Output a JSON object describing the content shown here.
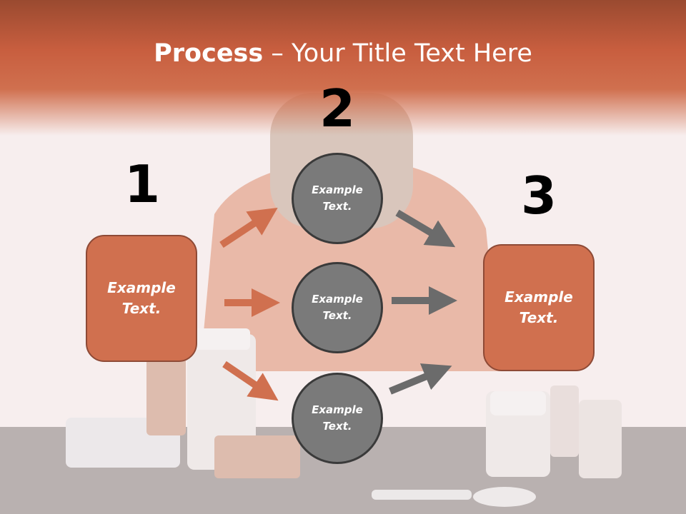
{
  "title": {
    "bold": "Process",
    "rest": " – Your Title Text Here"
  },
  "steps": [
    {
      "number": "1",
      "text": "Example\nText."
    },
    {
      "number": "2",
      "text": "Example\nText."
    },
    {
      "number": "3",
      "text": "Example\nText."
    }
  ],
  "circles": [
    {
      "text": "Example\nText."
    },
    {
      "text": "Example\nText."
    },
    {
      "text": "Example\nText."
    }
  ],
  "colors": {
    "accent": "#d0704f",
    "circle": "#7a7a7a",
    "arrow_orange": "#d0704f",
    "arrow_gray": "#6b6b6b"
  }
}
